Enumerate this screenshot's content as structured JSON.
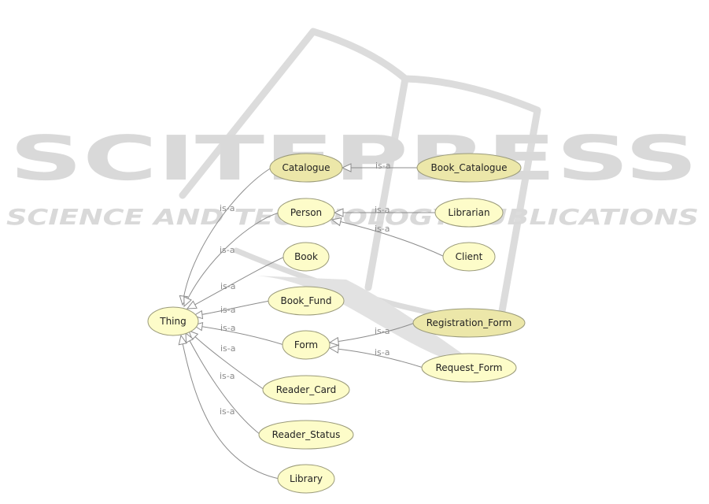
{
  "watermark": {
    "brand": "SCITEPRESS",
    "tagline": "SCIENCE AND TECHNOLOGY PUBLICATIONS",
    "logo_icon": "open-book-swoosh-icon"
  },
  "edge_label": "is-a",
  "colors": {
    "node_fill": "#fdfcc9",
    "node_fill_highlight": "#ece7a9",
    "node_stroke": "#9a9a7a",
    "edge": "#8c8c8c",
    "watermark": "#d9d9d9"
  },
  "nodes": [
    {
      "id": "thing",
      "label": "Thing"
    },
    {
      "id": "catalogue",
      "label": "Catalogue"
    },
    {
      "id": "person",
      "label": "Person"
    },
    {
      "id": "book",
      "label": "Book"
    },
    {
      "id": "book_fund",
      "label": "Book_Fund"
    },
    {
      "id": "form",
      "label": "Form"
    },
    {
      "id": "reader_card",
      "label": "Reader_Card"
    },
    {
      "id": "reader_status",
      "label": "Reader_Status"
    },
    {
      "id": "library",
      "label": "Library"
    },
    {
      "id": "book_catalogue",
      "label": "Book_Catalogue"
    },
    {
      "id": "librarian",
      "label": "Librarian"
    },
    {
      "id": "client",
      "label": "Client"
    },
    {
      "id": "registration_form",
      "label": "Registration_Form"
    },
    {
      "id": "request_form",
      "label": "Request_Form"
    }
  ],
  "edges": [
    {
      "from": "catalogue",
      "to": "thing",
      "label": "is-a"
    },
    {
      "from": "person",
      "to": "thing",
      "label": "is-a"
    },
    {
      "from": "book",
      "to": "thing",
      "label": "is-a"
    },
    {
      "from": "book_fund",
      "to": "thing",
      "label": "is-a"
    },
    {
      "from": "form",
      "to": "thing",
      "label": "is-a"
    },
    {
      "from": "reader_card",
      "to": "thing",
      "label": "is-a"
    },
    {
      "from": "reader_status",
      "to": "thing",
      "label": "is-a"
    },
    {
      "from": "library",
      "to": "thing",
      "label": "is-a"
    },
    {
      "from": "book_catalogue",
      "to": "catalogue",
      "label": "is-a"
    },
    {
      "from": "librarian",
      "to": "person",
      "label": "is-a"
    },
    {
      "from": "client",
      "to": "person",
      "label": "is-a"
    },
    {
      "from": "registration_form",
      "to": "form",
      "label": "is-a"
    },
    {
      "from": "request_form",
      "to": "form",
      "label": "is-a"
    }
  ]
}
